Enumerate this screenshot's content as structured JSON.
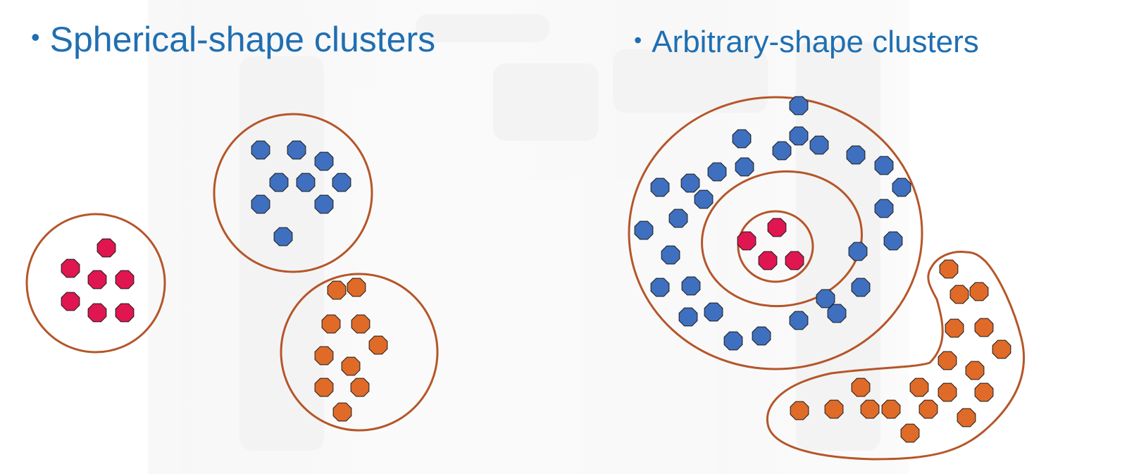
{
  "headings": {
    "left": "Spherical-shape clusters",
    "right": "Arbitrary-shape clusters",
    "bullet": "•"
  },
  "colors": {
    "outline": "#b5562a",
    "magenta": "#e01651",
    "blue": "#3f6fbf",
    "orange": "#e06a28",
    "heading": "#1f6fb2",
    "point_stroke": "#1a1a1a"
  },
  "icons": {
    "point": "octagon-point"
  }
}
